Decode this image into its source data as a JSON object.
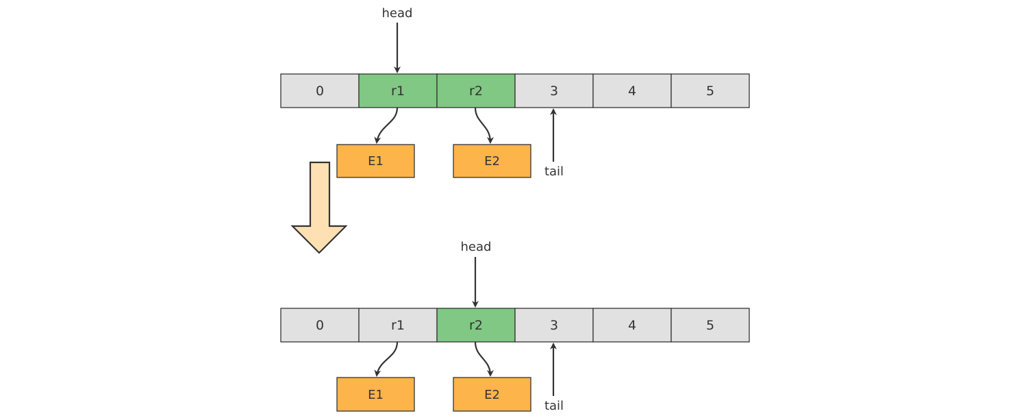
{
  "colors": {
    "cell_default": "#e1e1e1",
    "cell_highlight": "#80c883",
    "element_box": "#fdb44b",
    "big_arrow": "#ffe0b3",
    "stroke": "#333333"
  },
  "stages": [
    {
      "cells": [
        {
          "label": "0",
          "highlight": false
        },
        {
          "label": "r1",
          "highlight": true
        },
        {
          "label": "r2",
          "highlight": true
        },
        {
          "label": "3",
          "highlight": false
        },
        {
          "label": "4",
          "highlight": false
        },
        {
          "label": "5",
          "highlight": false
        }
      ],
      "head": {
        "label": "head"
      },
      "tail": {
        "label": "tail"
      },
      "elements": [
        {
          "label": "E1"
        },
        {
          "label": "E2"
        }
      ]
    },
    {
      "cells": [
        {
          "label": "0",
          "highlight": false
        },
        {
          "label": "r1",
          "highlight": false
        },
        {
          "label": "r2",
          "highlight": true
        },
        {
          "label": "3",
          "highlight": false
        },
        {
          "label": "4",
          "highlight": false
        },
        {
          "label": "5",
          "highlight": false
        }
      ],
      "head": {
        "label": "head"
      },
      "tail": {
        "label": "tail"
      },
      "elements": [
        {
          "label": "E1"
        },
        {
          "label": "E2"
        }
      ]
    }
  ],
  "transition": {
    "icon": "down-arrow-icon"
  }
}
